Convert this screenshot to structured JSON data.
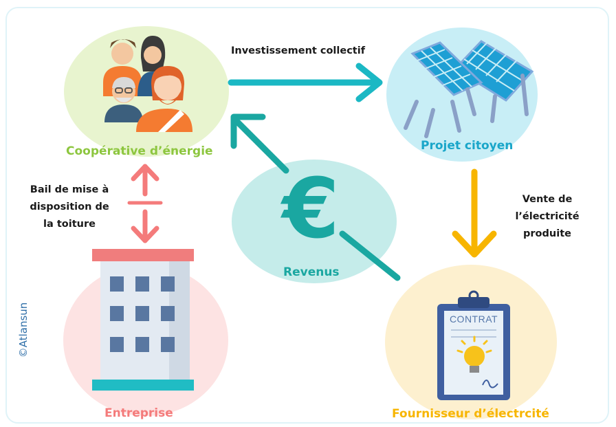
{
  "nodes": {
    "cooperative": "Coopérative d’énergie",
    "project": "Projet citoyen",
    "revenues": "Revenus",
    "company": "Entreprise",
    "supplier": "Fournisseur d’électrcité"
  },
  "edges": {
    "investment": "Investissement collectif",
    "lease_line1": "Bail de mise à",
    "lease_line2": "disposition de",
    "lease_line3": "la toiture",
    "sale_line1": "Vente de",
    "sale_line2": "l’électricité",
    "sale_line3": "produite"
  },
  "contract_title": "CONTRAT",
  "credit": "©Atlansun",
  "colors": {
    "teal": "#1bb8b4",
    "green_label": "#8dc63f",
    "red": "#f47b7b",
    "orange": "#f7b500",
    "blue_text": "#1aa6c9"
  }
}
